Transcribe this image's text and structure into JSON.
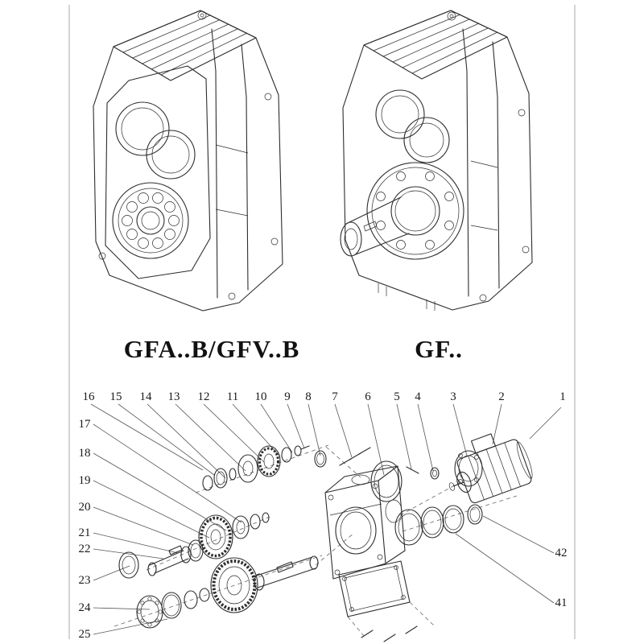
{
  "models": [
    {
      "label": "GFA..B/GFV..B"
    },
    {
      "label": "GF.."
    }
  ],
  "exploded_view": {
    "callouts_top": [
      "16",
      "15",
      "14",
      "13",
      "12",
      "11",
      "10",
      "9",
      "8",
      "7",
      "6",
      "5",
      "4",
      "3",
      "2",
      "1"
    ],
    "callouts_left": [
      "17",
      "18",
      "19",
      "20",
      "21",
      "22",
      "23",
      "24",
      "25"
    ],
    "callouts_right": [
      "42",
      "41"
    ]
  },
  "colors": {
    "line": "#2d2d2d",
    "background": "#ffffff",
    "text": "#111111"
  }
}
